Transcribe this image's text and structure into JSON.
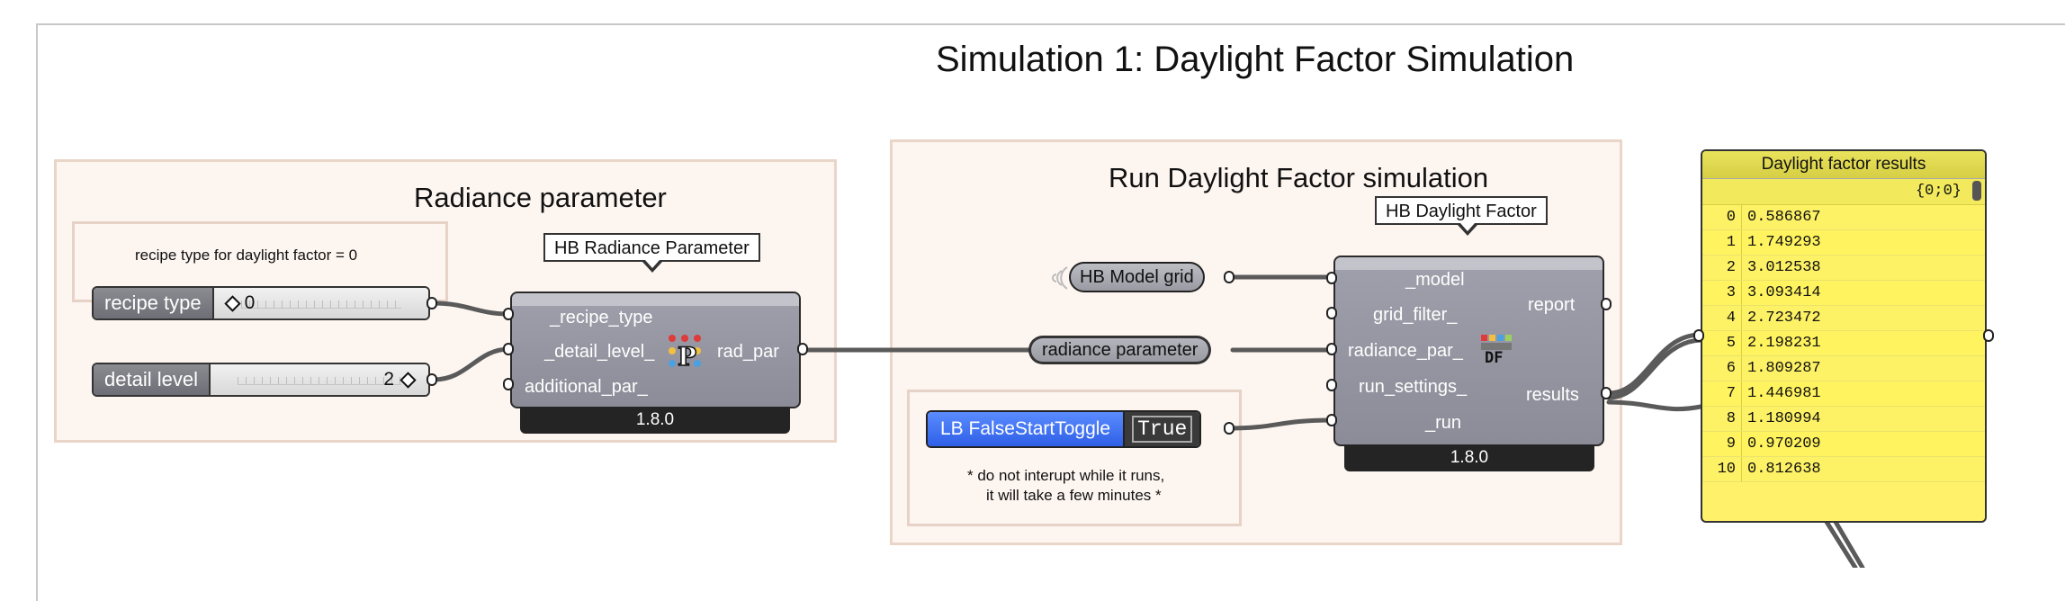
{
  "title": "Simulation 1: Daylight Factor Simulation",
  "groups": {
    "radiance": {
      "title": "Radiance parameter",
      "note": "recipe type for daylight factor = 0"
    },
    "run": {
      "title": "Run Daylight Factor simulation",
      "note_line1": "* do not interupt while it runs,",
      "note_line2": "it will take a few minutes *"
    }
  },
  "sliders": [
    {
      "label": "recipe type",
      "value": "0"
    },
    {
      "label": "detail level",
      "value": "2"
    }
  ],
  "radiance_component": {
    "tag": "HB Radiance Parameter",
    "inputs": [
      "_recipe_type",
      "_detail_level_",
      "additional_par_"
    ],
    "output": "rad_par",
    "version": "1.8.0",
    "icon": "radiance-parameter-icon"
  },
  "df_component": {
    "tag": "HB Daylight Factor",
    "inputs": [
      "_model",
      "grid_filter_",
      "radiance_par_",
      "run_settings_",
      "_run"
    ],
    "outputs": [
      "report",
      "results"
    ],
    "version": "1.8.0",
    "icon_text": "DF"
  },
  "params": {
    "model": "HB Model grid",
    "relay": "radiance parameter",
    "toggle_label": "LB FalseStartToggle",
    "toggle_value": "True"
  },
  "panel": {
    "title": "Daylight factor results",
    "path": "{0;0}",
    "rows": [
      {
        "index": "0",
        "value": "0.586867"
      },
      {
        "index": "1",
        "value": "1.749293"
      },
      {
        "index": "2",
        "value": "3.012538"
      },
      {
        "index": "3",
        "value": "3.093414"
      },
      {
        "index": "4",
        "value": "2.723472"
      },
      {
        "index": "5",
        "value": "2.198231"
      },
      {
        "index": "6",
        "value": "1.809287"
      },
      {
        "index": "7",
        "value": "1.446981"
      },
      {
        "index": "8",
        "value": "1.180994"
      },
      {
        "index": "9",
        "value": "0.970209"
      },
      {
        "index": "10",
        "value": "0.812638"
      }
    ]
  },
  "colors": {
    "group_fill": "#fdf5f0",
    "panel_fill": "#fff16a",
    "toggle_blue": "#2f5fe6",
    "component_grey": "#9696a2",
    "wire": "#555555"
  }
}
